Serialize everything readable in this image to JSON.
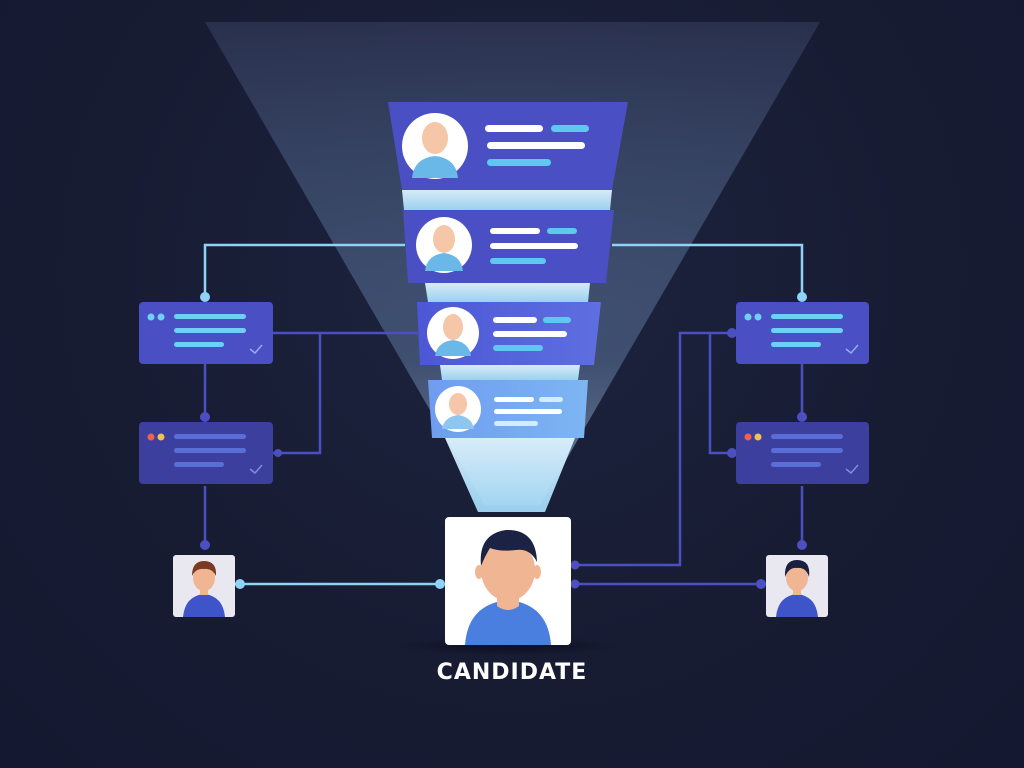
{
  "caption": "CANDIDATE",
  "colors": {
    "background": "#171c33",
    "card_primary": "#4a4fc4",
    "card_secondary": "#3c3f9e",
    "card_light": "#5d78e0",
    "connector_light": "#8fd3f4",
    "connector_dark": "#4c4fc2",
    "text_line_white": "#ffffff",
    "text_line_cyan": "#5ec8f0",
    "avatar_skin": "#f5c6a8",
    "avatar_shirt": "#4a7fe0",
    "dot_red": "#f2604a",
    "dot_yellow": "#f2c14a",
    "dot_blue": "#6fd0f5"
  },
  "funnel_profiles": [
    "profile-card",
    "profile-card",
    "profile-card",
    "profile-card"
  ],
  "side_cards": [
    "review-card",
    "review-card",
    "review-card",
    "review-card"
  ],
  "candidates": [
    "candidate-avatar",
    "candidate-avatar",
    "candidate-avatar"
  ]
}
